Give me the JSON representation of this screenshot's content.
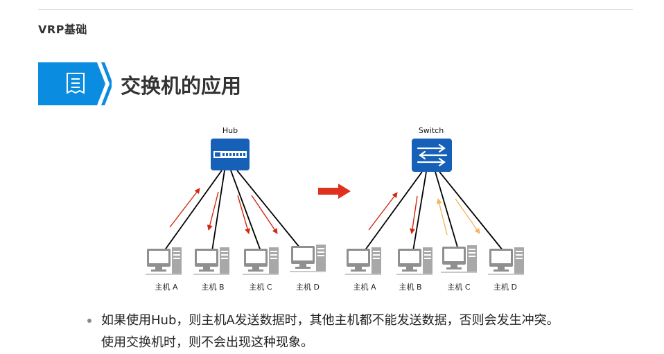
{
  "header": {
    "section": "VRP基础"
  },
  "title": {
    "text": "交换机的应用",
    "icon": "document-icon",
    "accent": "#0a8de0"
  },
  "diagram": {
    "hub": {
      "label": "Hub",
      "hosts": [
        "主机 A",
        "主机 B",
        "主机 C",
        "主机 D"
      ]
    },
    "switch": {
      "label": "Switch",
      "hosts": [
        "主机 A",
        "主机 B",
        "主机 C",
        "主机 D"
      ]
    },
    "colors": {
      "device": "#1660b8",
      "arrow_red": "#d0290f",
      "arrow_orange": "#f5b55e",
      "transition_arrow": "#e0301e"
    }
  },
  "notes": {
    "line1": "如果使用Hub，则主机A发送数据时，其他主机都不能发送数据，否则会发生冲突。",
    "line2": "使用交换机时，则不会出现这种现象。"
  }
}
